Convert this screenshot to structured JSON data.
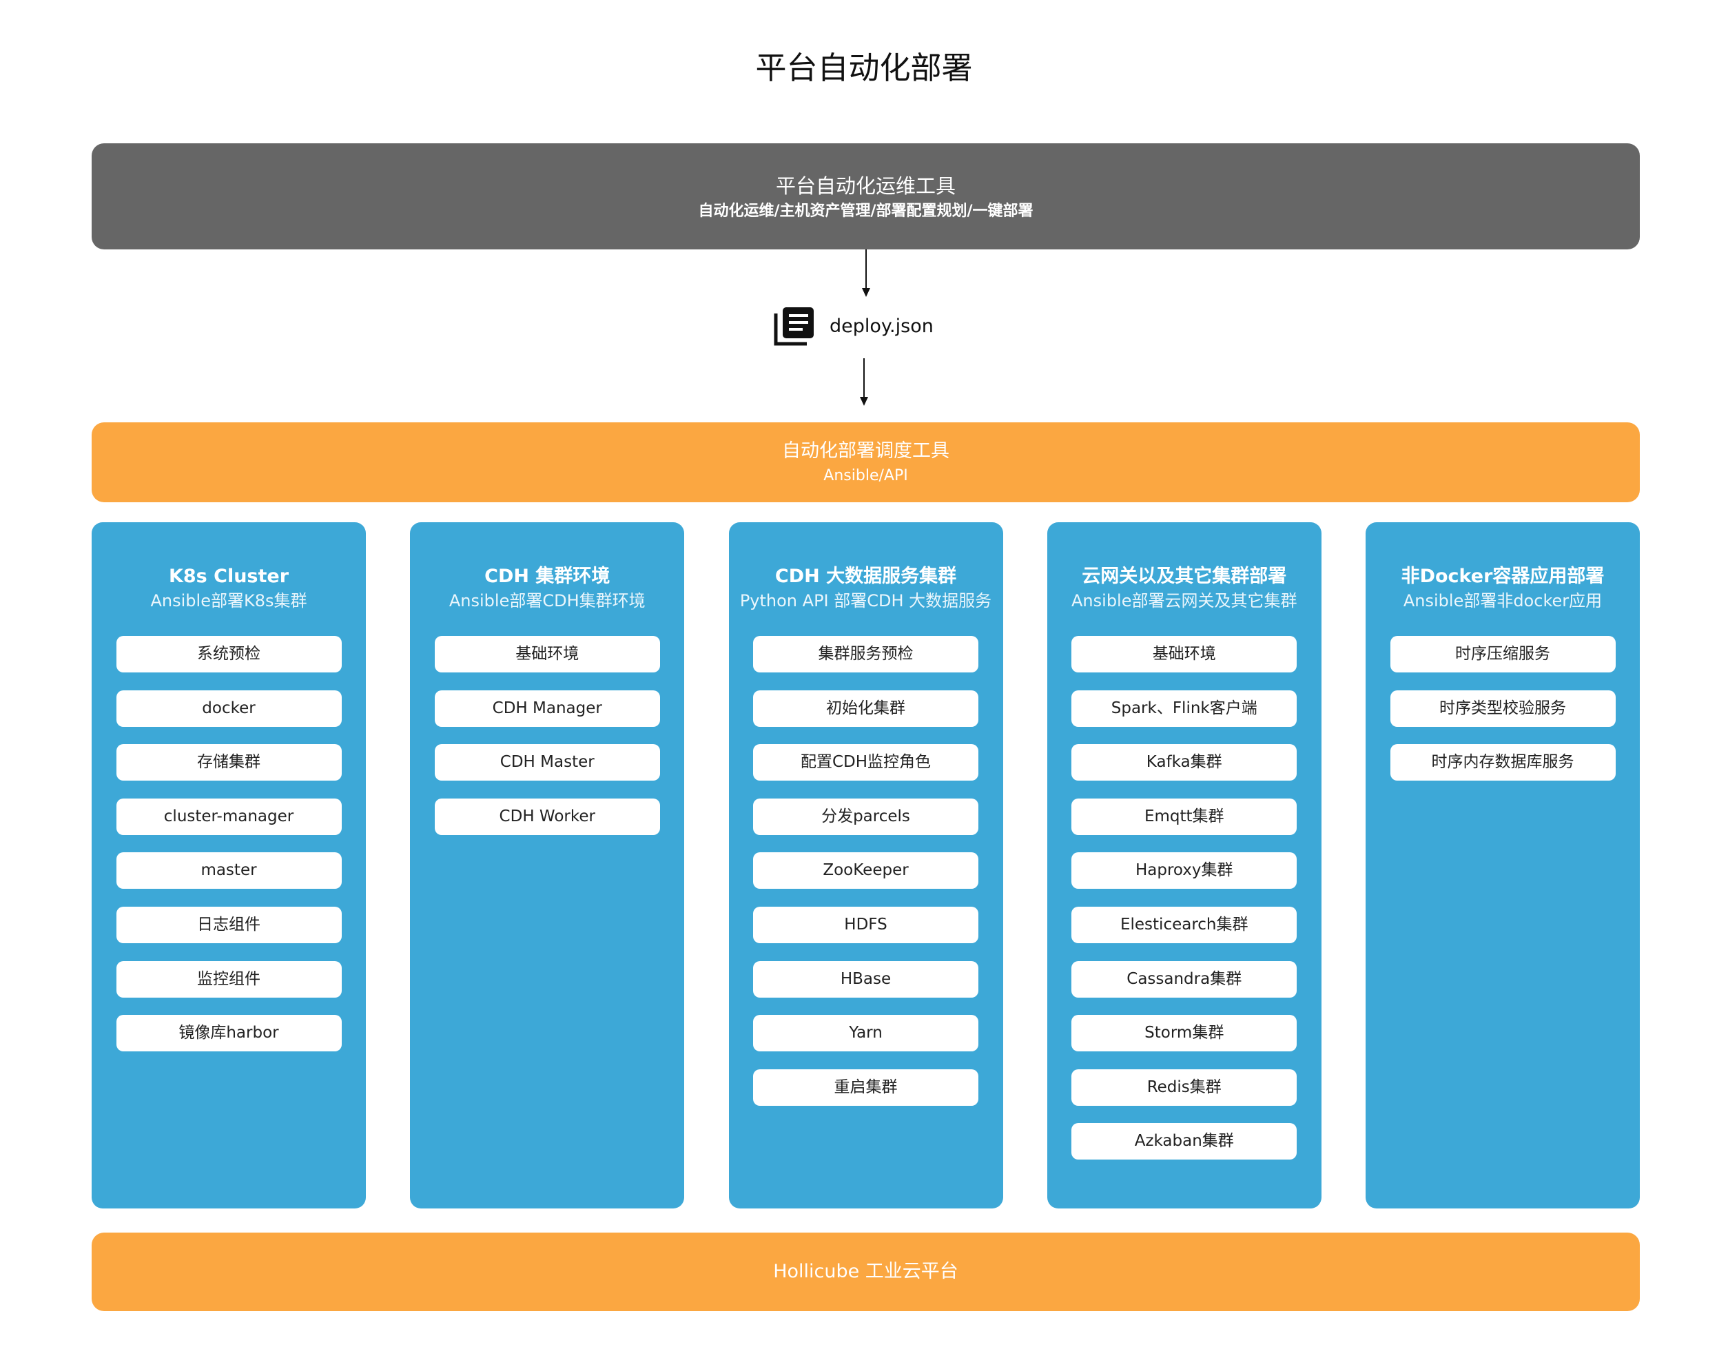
{
  "title": "平台自动化部署",
  "ops_tool": {
    "title": "平台自动化运维工具",
    "subtitle": "自动化运维/主机资产管理/部署配置规划/一键部署"
  },
  "config_file": {
    "icon": "document-list-icon",
    "label": "deploy.json"
  },
  "scheduler": {
    "title": "自动化部署调度工具",
    "subtitle": "Ansible/API"
  },
  "columns": [
    {
      "title": "K8s Cluster",
      "subtitle": "Ansible部署K8s集群",
      "items": [
        "系统预检",
        "docker",
        "存储集群",
        "cluster-manager",
        "master",
        "日志组件",
        "监控组件",
        "镜像库harbor"
      ]
    },
    {
      "title": "CDH 集群环境",
      "subtitle": "Ansible部署CDH集群环境",
      "items": [
        "基础环境",
        "CDH Manager",
        "CDH Master",
        "CDH Worker"
      ]
    },
    {
      "title": "CDH 大数据服务集群",
      "subtitle": "Python API 部署CDH 大数据服务",
      "items": [
        "集群服务预检",
        "初始化集群",
        "配置CDH监控角色",
        "分发parcels",
        "ZooKeeper",
        "HDFS",
        "HBase",
        "Yarn",
        "重启集群"
      ]
    },
    {
      "title": "云网关以及其它集群部署",
      "subtitle": "Ansible部署云网关及其它集群",
      "items": [
        "基础环境",
        "Spark、Flink客户端",
        "Kafka集群",
        "Emqtt集群",
        "Haproxy集群",
        "Elesticearch集群",
        "Cassandra集群",
        "Storm集群",
        "Redis集群",
        "Azkaban集群"
      ]
    },
    {
      "title": "非Docker容器应用部署",
      "subtitle": "Ansible部署非docker应用",
      "items": [
        "时序压缩服务",
        "时序类型校验服务",
        "时序内存数据库服务"
      ]
    }
  ],
  "platform": {
    "title": "Hollicube 工业云平台"
  },
  "colors": {
    "ops_band": "#666666",
    "orange_band": "#FBA741",
    "column": "#3DA8D7",
    "item": "#FFFFFF"
  }
}
